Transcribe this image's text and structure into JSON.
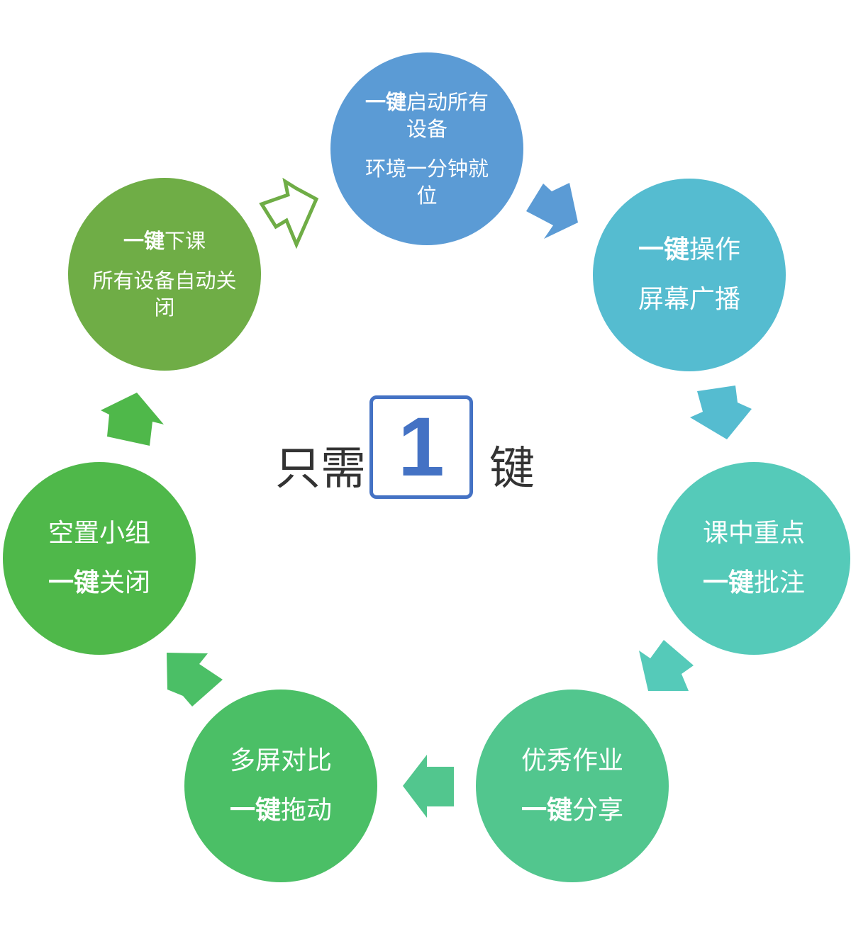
{
  "center": {
    "prefix": "只需",
    "key_digit": "1",
    "suffix": "键"
  },
  "steps": [
    {
      "bold": "一键",
      "text": "启动所有设备",
      "subtext": "环境一分钟就位",
      "color": "#5b9bd5"
    },
    {
      "bold": "一键",
      "text": "操作",
      "subtext": "屏幕广播",
      "color": "#55bcd0"
    },
    {
      "line1": "课中重点",
      "bold": "一键",
      "text": "批注",
      "color": "#55cab9"
    },
    {
      "line1": "优秀作业",
      "bold": "一键",
      "text": "分享",
      "color": "#52c68e"
    },
    {
      "line1": "多屏对比",
      "bold": "一键",
      "text": "拖动",
      "color": "#4bbf66"
    },
    {
      "line1": "空置小组",
      "bold": "一键",
      "text": "关闭",
      "color": "#4fb84a"
    },
    {
      "bold": "一键",
      "text": "下课",
      "subtext": "所有设备自动关闭",
      "color": "#6fad46"
    }
  ],
  "colors": {
    "key_border": "#4472c4",
    "center_text": "#333333",
    "arrow_outline": "#6fad46"
  }
}
